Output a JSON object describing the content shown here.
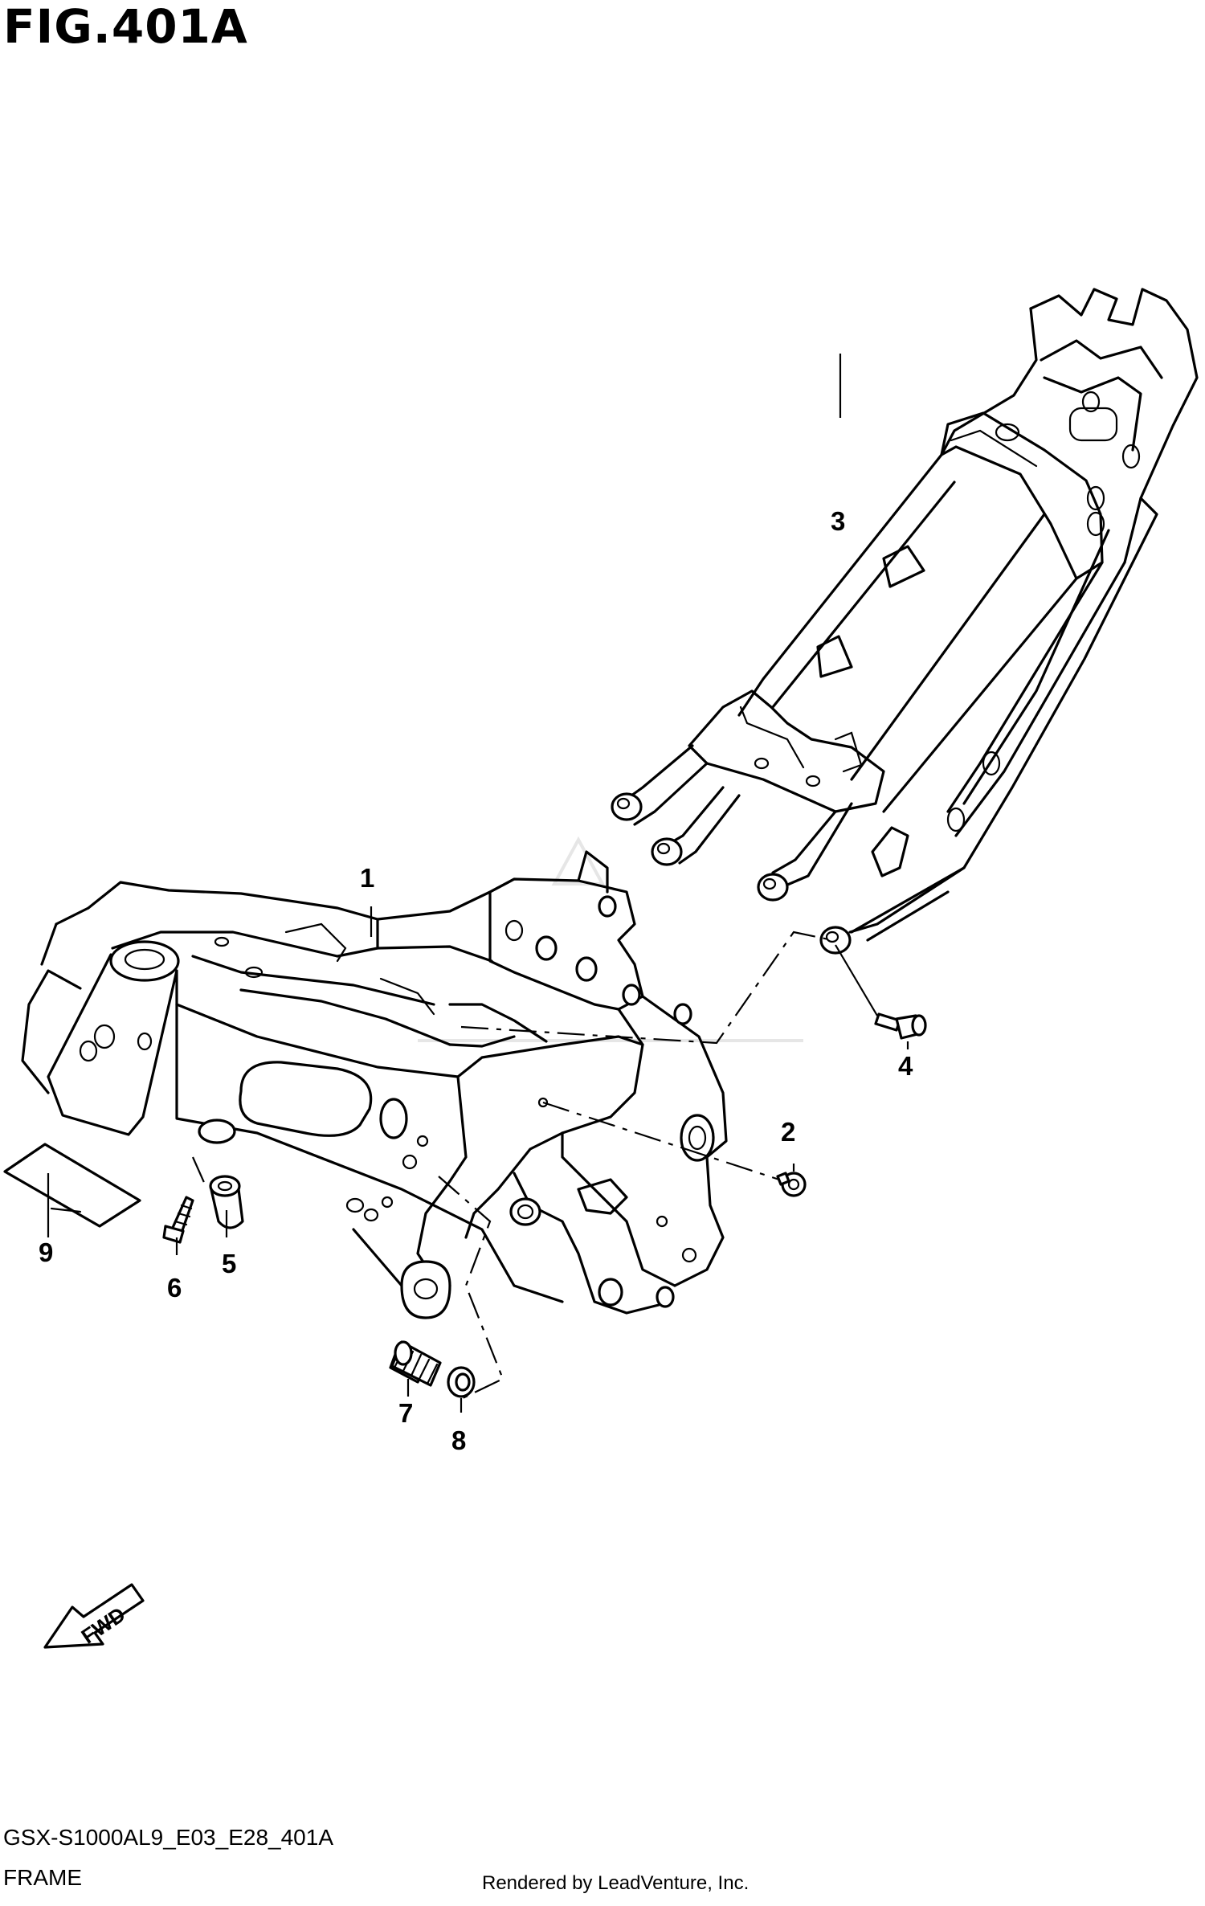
{
  "figure": {
    "title": "FIG.401A",
    "model_code": "GSX-S1000AL9_E03_E28_401A",
    "name": "FRAME",
    "rendered_by": "Rendered by LeadVenture, Inc."
  },
  "callouts": [
    {
      "id": "1",
      "label": "1"
    },
    {
      "id": "2",
      "label": "2"
    },
    {
      "id": "3",
      "label": "3"
    },
    {
      "id": "4",
      "label": "4"
    },
    {
      "id": "5",
      "label": "5"
    },
    {
      "id": "6",
      "label": "6"
    },
    {
      "id": "7",
      "label": "7"
    },
    {
      "id": "8",
      "label": "8"
    },
    {
      "id": "9",
      "label": "9"
    }
  ],
  "fwd_arrow": {
    "label": "FWD",
    "icon": "fwd-arrow-icon"
  },
  "colors": {
    "ink": "#000000",
    "paper": "#ffffff",
    "watermark": "#e6e6e6"
  }
}
